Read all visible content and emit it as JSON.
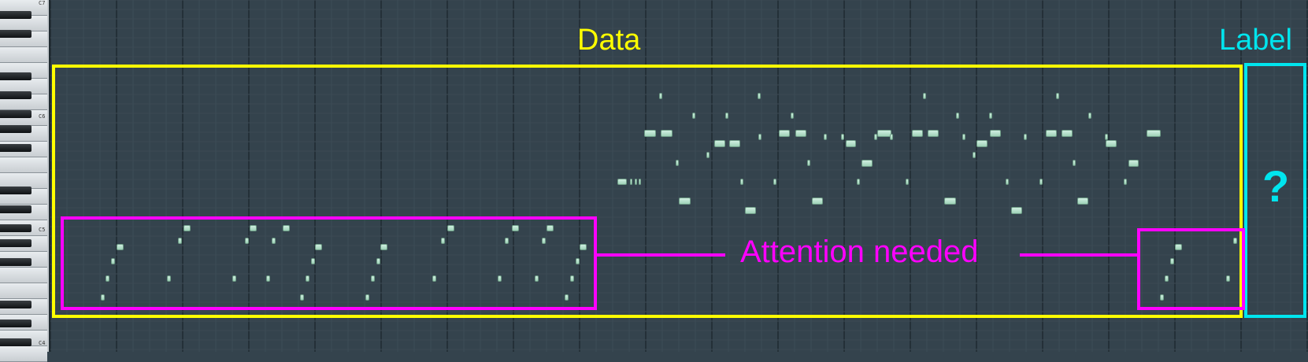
{
  "keyboard": {
    "octave_labels": [
      "C7",
      "C6",
      "C5",
      "C4"
    ]
  },
  "annotations": {
    "data_label": "Data",
    "label_label": "Label",
    "attention_label": "Attention needed",
    "question_mark": "?"
  },
  "colors": {
    "data_box": "#ffff00",
    "label_box": "#00e5ee",
    "attention_box": "#ff00ff",
    "note_fill": "#b8e3cc",
    "grid_background": "#34434d"
  }
}
